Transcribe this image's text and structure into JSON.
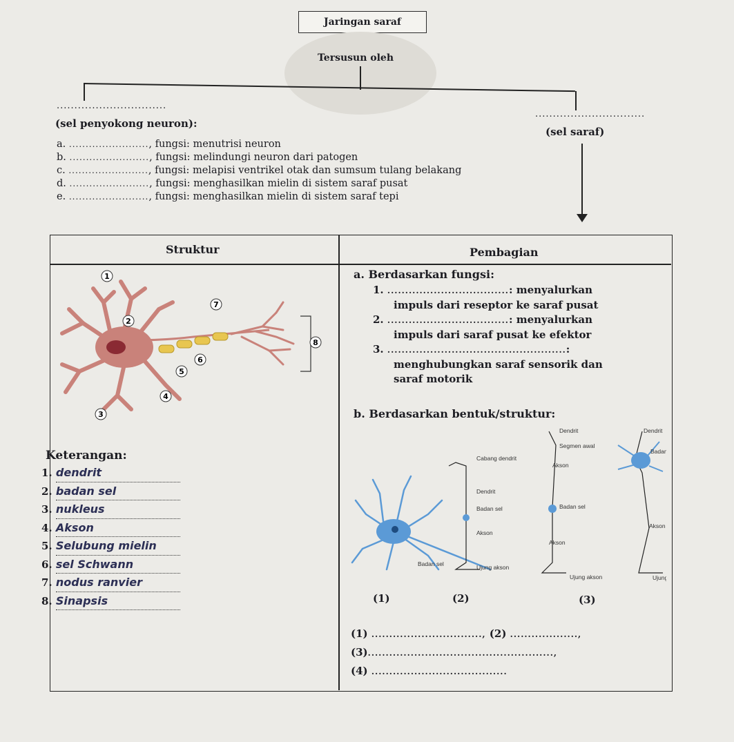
{
  "top": {
    "title": "Jaringan saraf",
    "subtitle": "Tersusun oleh"
  },
  "left_branch": {
    "blank": "...............................",
    "label": "(sel penyokong neuron):"
  },
  "right_branch": {
    "blank": "...............................",
    "label": "(sel saraf)"
  },
  "glia_items": [
    {
      "letter": "a.",
      "blank": "........................",
      "text": ", fungsi: menutrisi neuron"
    },
    {
      "letter": "b.",
      "blank": "........................",
      "text": ", fungsi: melindungi neuron dari patogen"
    },
    {
      "letter": "c.",
      "blank": "........................",
      "text": ", fungsi: melapisi ventrikel otak dan sumsum tulang belakang"
    },
    {
      "letter": "d.",
      "blank": "........................",
      "text": ", fungsi: menghasilkan mielin di sistem saraf pusat"
    },
    {
      "letter": "e.",
      "blank": "........................",
      "text": ", fungsi: menghasilkan mielin di sistem saraf tepi"
    }
  ],
  "table": {
    "col1": "Struktur",
    "col2": "Pembagian"
  },
  "diagram_numbers": [
    "1",
    "2",
    "3",
    "4",
    "5",
    "6",
    "7",
    "8"
  ],
  "keterangan": {
    "title": "Keterangan:",
    "items": [
      {
        "num": "1.",
        "answer": "dendrit"
      },
      {
        "num": "2.",
        "answer": "badan sel"
      },
      {
        "num": "3.",
        "answer": "nukleus"
      },
      {
        "num": "4.",
        "answer": "Akson"
      },
      {
        "num": "5.",
        "answer": "Selubung mielin"
      },
      {
        "num": "6.",
        "answer": "sel Schwann"
      },
      {
        "num": "7.",
        "answer": "nodus ranvier"
      },
      {
        "num": "8.",
        "answer": "Sinapsis"
      }
    ]
  },
  "fungsi": {
    "heading": "a. Berdasarkan fungsi:",
    "items": [
      {
        "num": "1.",
        "blank": "..................................",
        "tail": ": menyalurkan",
        "line2": "impuls dari reseptor ke saraf pusat"
      },
      {
        "num": "2.",
        "blank": "..................................",
        "tail": ": menyalurkan",
        "line2": "impuls dari saraf pusat ke efektor"
      },
      {
        "num": "3.",
        "blank": "..................................................",
        "tail": ":",
        "line2": "menghubungkan saraf sensorik dan",
        "line3": "saraf motorik"
      }
    ]
  },
  "bentuk": {
    "heading": "b. Berdasarkan bentuk/struktur:",
    "labels": {
      "cabang_dendrit": "Cabang dendrit",
      "dendrit": "Dendrit",
      "badan_sel": "Badan sel",
      "akson": "Akson",
      "badan_sel2": "Badan sel",
      "ujung_akson": "Ujung akson",
      "segmen_awal": "Segmen awal",
      "dendrit3": "Dendrit",
      "akson3": "Akson",
      "badan_sel3": "Badan sel",
      "akson3b": "Akson",
      "ujung_akson3": "Ujung akson",
      "dendrit4": "Dendrit",
      "badan_sel4": "Badan sel",
      "akson4": "Akson",
      "ujung_akson4": "Ujung akson"
    },
    "figure_labels": [
      "(1)",
      "(2)",
      "(3)"
    ],
    "answers": [
      {
        "label": "(1)",
        "blank": "...............................,"
      },
      {
        "label": "(2)",
        "blank": "...................,"
      },
      {
        "label": "(3)",
        "blank": "....................................................,"
      },
      {
        "label": "(4)",
        "blank": "......................................"
      }
    ]
  }
}
